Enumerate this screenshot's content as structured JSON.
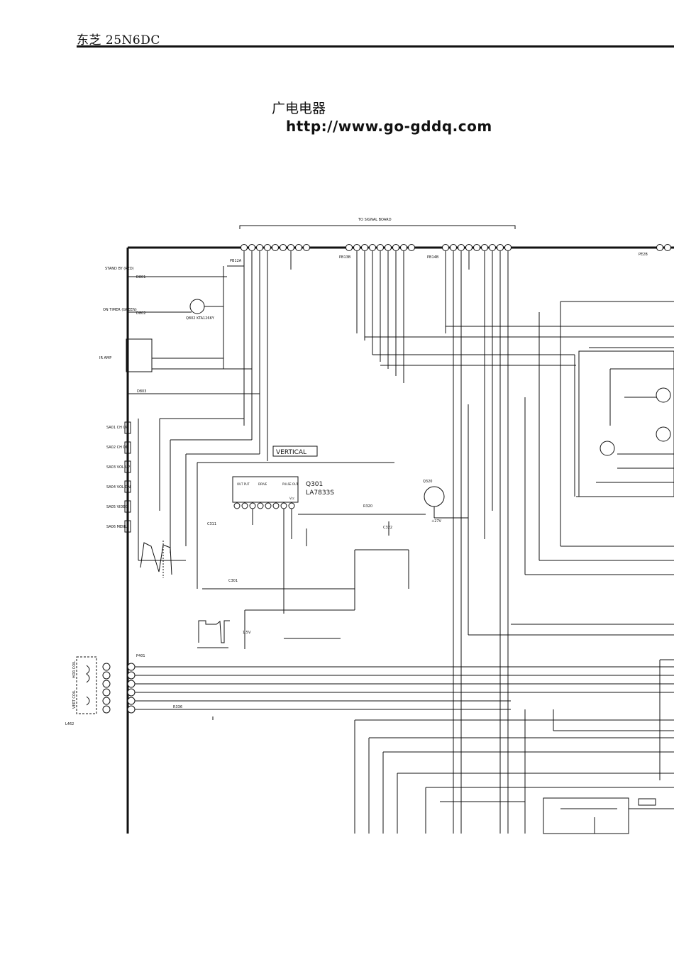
{
  "header": {
    "title": "东芝 25N6DC"
  },
  "watermark": {
    "site_name_cn": "广电电器",
    "url": "http://www.go-gddq.com"
  },
  "schematic": {
    "signal_board_label": "TO SIGNAL BOARD",
    "section_vertical": "VERTICAL",
    "ic_q301": {
      "ref": "Q301",
      "part": "LA7833S",
      "pins": [
        "OUT PUT",
        "DRIVE",
        "PULSE OUT",
        "Vcc"
      ]
    },
    "connectors": {
      "pb12a": "PB12A",
      "pb13b": "PB13B",
      "pb14b": "PB14B",
      "pe2b": "PE2B",
      "p401": "P401"
    },
    "left_labels": {
      "stand_by": "STAND BY (RED)",
      "on_timer": "ON TIMER (GREEN)",
      "ir_amp": "IR AMP",
      "d801": "D801",
      "d802": "D802",
      "q802": "Q802 KTA1266Y",
      "d803": "D803",
      "sa01": "SA01 CH UP",
      "sa02": "SA02 CH DN",
      "sa03": "SA03 VOL UP",
      "sa04": "SA04 VOL DN",
      "sa05": "SA05 VIDEO",
      "sa06": "SA06 MENU"
    },
    "component_labels": {
      "q320": "Q320",
      "r320": "R320",
      "c322": "C322",
      "plus27v": "+27V",
      "v15": "1.5V",
      "c311": "C311",
      "c301": "C301",
      "r336": "R336",
      "l462": "L462",
      "hor_coil": "HOR COIL",
      "vert_coil": "VERT COIL"
    }
  }
}
